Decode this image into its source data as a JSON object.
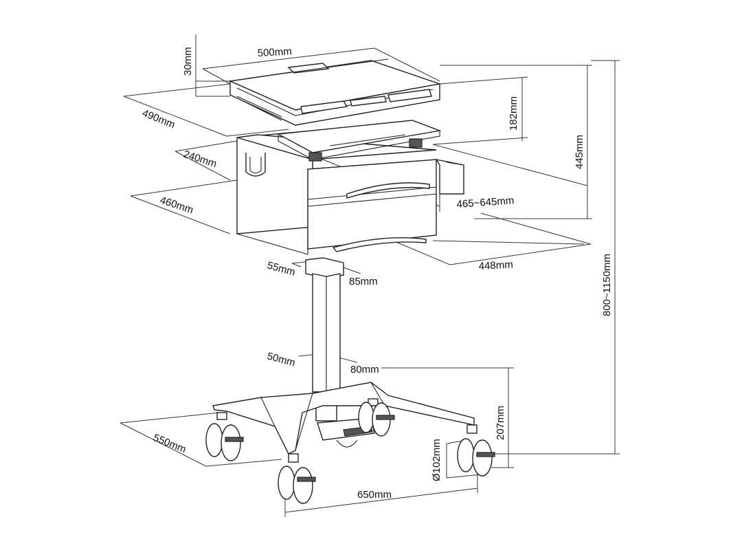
{
  "dimensions": {
    "worksurface_thickness": "30mm",
    "worksurface_width": "500mm",
    "worksurface_depth": "490mm",
    "surface_drop": "182mm",
    "top_assembly_height": "445mm",
    "drawer_depth": "240mm",
    "body_depth": "460mm",
    "keyboard_range": "465~645mm",
    "body_width": "448mm",
    "upper_column_depth": "55mm",
    "upper_column_width": "85mm",
    "lower_column_depth": "50mm",
    "lower_column_width": "80mm",
    "total_height": "800~1150mm",
    "base_height": "207mm",
    "base_depth": "550mm",
    "caster_diameter": "Ø102mm",
    "base_width": "650mm"
  }
}
